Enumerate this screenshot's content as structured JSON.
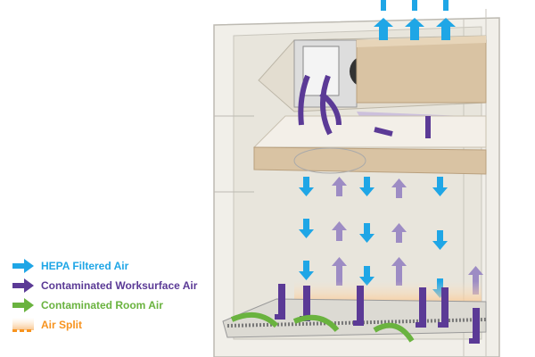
{
  "title": "Biosafety cabinet airflow diagram",
  "colors": {
    "hepa": "#1fa6e6",
    "worksurface": "#5b3a96",
    "room": "#6ab33f",
    "split": "#f7931e",
    "cabinet": "#ece9e1",
    "filter": "#d9c3a3"
  },
  "legend": [
    {
      "label": "HEPA Filtered Air",
      "color": "#1fa6e6",
      "icon": "arrow-right-icon"
    },
    {
      "label": "Contaminated Worksurface Air",
      "color": "#5b3a96",
      "icon": "arrow-right-icon"
    },
    {
      "label": "Contaminated Room Air",
      "color": "#6ab33f",
      "icon": "arrow-right-icon"
    },
    {
      "label": "Air Split",
      "color": "#f7931e",
      "icon": "dashed-gradient-icon"
    }
  ]
}
